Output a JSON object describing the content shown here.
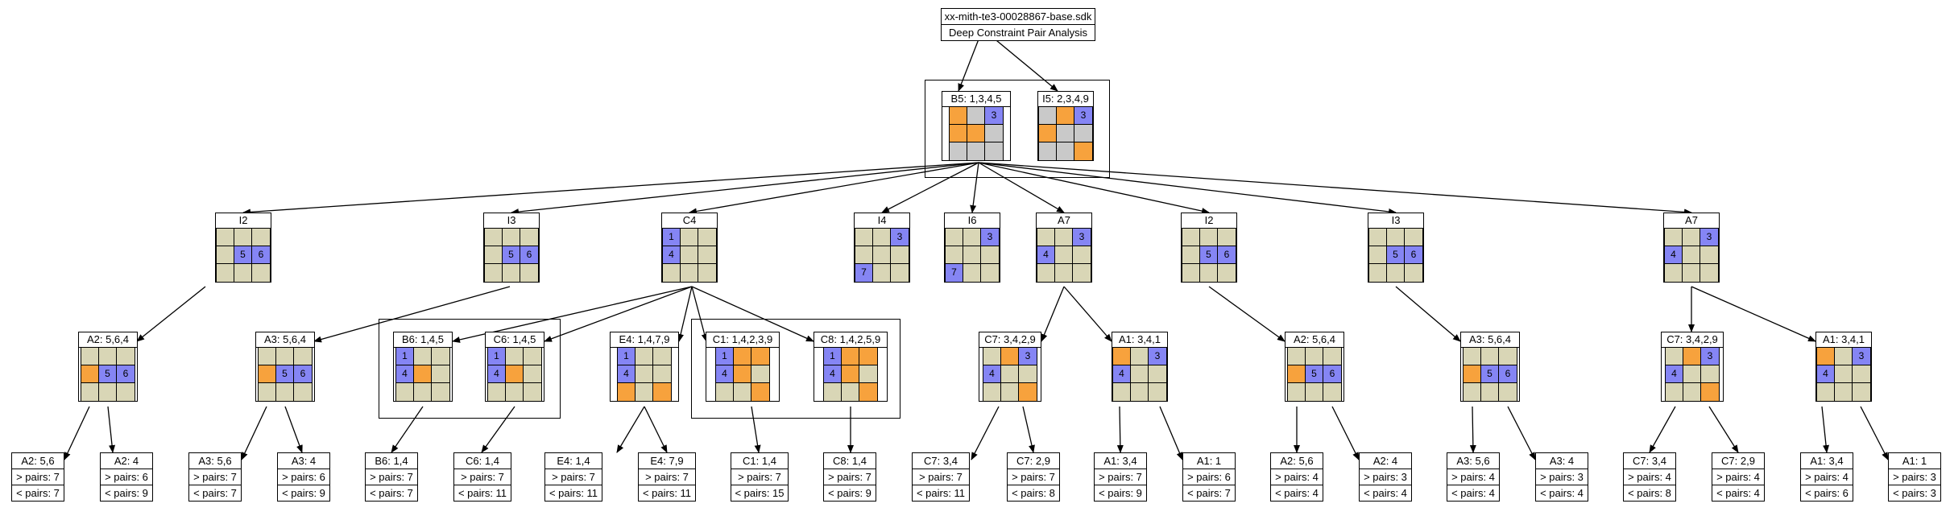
{
  "colors": {
    "empty": "#d9d6b6",
    "gray": "#c9c9c9",
    "orange": "#f7a23d",
    "blue": "#8585f4"
  },
  "root": {
    "file": "xx-mith-te3-00028867-base.sdk",
    "caption": "Deep Constraint Pair Analysis"
  },
  "nodes": {
    "b5": {
      "title": "B5: 1,3,4,5",
      "cells": [
        "o",
        "g",
        "b",
        "o",
        "o",
        "g",
        "g",
        "g",
        "g"
      ],
      "digits": [
        "",
        "",
        "3",
        "",
        "",
        "",
        "",
        "",
        ""
      ]
    },
    "i5": {
      "title": "I5: 2,3,4,9",
      "cells": [
        "g",
        "o",
        "b",
        "o",
        "g",
        "g",
        "g",
        "g",
        "o"
      ],
      "digits": [
        "",
        "",
        "3",
        "",
        "",
        "",
        "",
        "",
        ""
      ]
    },
    "n1": {
      "title": "I2",
      "cells": [
        "e",
        "e",
        "e",
        "e",
        "b",
        "b",
        "e",
        "e",
        "e"
      ],
      "digits": [
        "",
        "",
        "",
        "",
        "5",
        "6",
        "",
        "",
        ""
      ]
    },
    "n2": {
      "title": "I3",
      "cells": [
        "e",
        "e",
        "e",
        "e",
        "b",
        "b",
        "e",
        "e",
        "e"
      ],
      "digits": [
        "",
        "",
        "",
        "",
        "5",
        "6",
        "",
        "",
        ""
      ]
    },
    "n3": {
      "title": "C4",
      "cells": [
        "b",
        "e",
        "e",
        "b",
        "e",
        "e",
        "e",
        "e",
        "e"
      ],
      "digits": [
        "1",
        "",
        "",
        "4",
        "",
        "",
        "",
        "",
        ""
      ]
    },
    "n4": {
      "title": "I4",
      "cells": [
        "e",
        "e",
        "b",
        "e",
        "e",
        "e",
        "b",
        "e",
        "e"
      ],
      "digits": [
        "",
        "",
        "3",
        "",
        "",
        "",
        "7",
        "",
        ""
      ]
    },
    "n5": {
      "title": "I6",
      "cells": [
        "e",
        "e",
        "b",
        "e",
        "e",
        "e",
        "b",
        "e",
        "e"
      ],
      "digits": [
        "",
        "",
        "3",
        "",
        "",
        "",
        "7",
        "",
        ""
      ]
    },
    "n6": {
      "title": "A7",
      "cells": [
        "e",
        "e",
        "b",
        "b",
        "e",
        "e",
        "e",
        "e",
        "e"
      ],
      "digits": [
        "",
        "",
        "3",
        "4",
        "",
        "",
        "",
        "",
        ""
      ]
    },
    "n7": {
      "title": "I2",
      "cells": [
        "e",
        "e",
        "e",
        "e",
        "b",
        "b",
        "e",
        "e",
        "e"
      ],
      "digits": [
        "",
        "",
        "",
        "",
        "5",
        "6",
        "",
        "",
        ""
      ]
    },
    "n8": {
      "title": "I3",
      "cells": [
        "e",
        "e",
        "e",
        "e",
        "b",
        "b",
        "e",
        "e",
        "e"
      ],
      "digits": [
        "",
        "",
        "",
        "",
        "5",
        "6",
        "",
        "",
        ""
      ]
    },
    "n9": {
      "title": "A7",
      "cells": [
        "e",
        "e",
        "b",
        "b",
        "e",
        "e",
        "e",
        "e",
        "e"
      ],
      "digits": [
        "",
        "",
        "3",
        "4",
        "",
        "",
        "",
        "",
        ""
      ]
    },
    "m1": {
      "title": "A2: 5,6,4",
      "cells": [
        "e",
        "e",
        "e",
        "o",
        "b",
        "b",
        "e",
        "e",
        "e"
      ],
      "digits": [
        "",
        "",
        "",
        "",
        "5",
        "6",
        "",
        "",
        ""
      ]
    },
    "m2": {
      "title": "A3: 5,6,4",
      "cells": [
        "e",
        "e",
        "e",
        "o",
        "b",
        "b",
        "e",
        "e",
        "e"
      ],
      "digits": [
        "",
        "",
        "",
        "",
        "5",
        "6",
        "",
        "",
        ""
      ]
    },
    "m3": {
      "title": "B6: 1,4,5",
      "cells": [
        "b",
        "e",
        "e",
        "b",
        "o",
        "e",
        "e",
        "e",
        "e"
      ],
      "digits": [
        "1",
        "",
        "",
        "4",
        "",
        "",
        "",
        "",
        ""
      ]
    },
    "m4": {
      "title": "C6: 1,4,5",
      "cells": [
        "b",
        "e",
        "e",
        "b",
        "o",
        "e",
        "e",
        "e",
        "e"
      ],
      "digits": [
        "1",
        "",
        "",
        "4",
        "",
        "",
        "",
        "",
        ""
      ]
    },
    "m5": {
      "title": "E4: 1,4,7,9",
      "cells": [
        "b",
        "e",
        "e",
        "b",
        "e",
        "e",
        "o",
        "e",
        "o"
      ],
      "digits": [
        "1",
        "",
        "",
        "4",
        "",
        "",
        "",
        "",
        ""
      ]
    },
    "m6": {
      "title": "C1: 1,4,2,3,9",
      "cells": [
        "b",
        "o",
        "o",
        "b",
        "o",
        "e",
        "e",
        "e",
        "o"
      ],
      "digits": [
        "1",
        "",
        "",
        "4",
        "",
        "",
        "",
        "",
        ""
      ]
    },
    "m7": {
      "title": "C8: 1,4,2,5,9",
      "cells": [
        "b",
        "o",
        "o",
        "b",
        "o",
        "e",
        "e",
        "e",
        "o"
      ],
      "digits": [
        "1",
        "",
        "",
        "4",
        "",
        "",
        "",
        "",
        ""
      ]
    },
    "m8": {
      "title": "C7: 3,4,2,9",
      "cells": [
        "e",
        "o",
        "b",
        "b",
        "e",
        "e",
        "e",
        "e",
        "o"
      ],
      "digits": [
        "",
        "",
        "3",
        "4",
        "",
        "",
        "",
        "",
        ""
      ]
    },
    "m9": {
      "title": "A1: 3,4,1",
      "cells": [
        "o",
        "e",
        "b",
        "b",
        "e",
        "e",
        "e",
        "e",
        "e"
      ],
      "digits": [
        "",
        "",
        "3",
        "4",
        "",
        "",
        "",
        "",
        ""
      ]
    },
    "m10": {
      "title": "A2: 5,6,4",
      "cells": [
        "e",
        "e",
        "e",
        "o",
        "b",
        "b",
        "e",
        "e",
        "e"
      ],
      "digits": [
        "",
        "",
        "",
        "",
        "5",
        "6",
        "",
        "",
        ""
      ]
    },
    "m11": {
      "title": "A3: 5,6,4",
      "cells": [
        "e",
        "e",
        "e",
        "o",
        "b",
        "b",
        "e",
        "e",
        "e"
      ],
      "digits": [
        "",
        "",
        "",
        "",
        "5",
        "6",
        "",
        "",
        ""
      ]
    },
    "m12": {
      "title": "C7: 3,4,2,9",
      "cells": [
        "e",
        "o",
        "b",
        "b",
        "e",
        "e",
        "e",
        "e",
        "o"
      ],
      "digits": [
        "",
        "",
        "3",
        "4",
        "",
        "",
        "",
        "",
        ""
      ]
    },
    "m13": {
      "title": "A1: 3,4,1",
      "cells": [
        "o",
        "e",
        "b",
        "b",
        "e",
        "e",
        "e",
        "e",
        "e"
      ],
      "digits": [
        "",
        "",
        "3",
        "4",
        "",
        "",
        "",
        "",
        ""
      ]
    }
  },
  "leaves": {
    "l1": {
      "title": "A2: 5,6",
      "gt": "> pairs: 7",
      "lt": "< pairs: 7"
    },
    "l2": {
      "title": "A2: 4",
      "gt": "> pairs: 6",
      "lt": "< pairs: 9"
    },
    "l3": {
      "title": "A3: 5,6",
      "gt": "> pairs: 7",
      "lt": "< pairs: 7"
    },
    "l4": {
      "title": "A3: 4",
      "gt": "> pairs: 6",
      "lt": "< pairs: 9"
    },
    "l5": {
      "title": "B6: 1,4",
      "gt": "> pairs: 7",
      "lt": "< pairs: 7"
    },
    "l6": {
      "title": "C6: 1,4",
      "gt": "> pairs: 7",
      "lt": "< pairs: 11"
    },
    "l7": {
      "title": "E4: 1,4",
      "gt": "> pairs: 7",
      "lt": "< pairs: 11"
    },
    "l8": {
      "title": "E4: 7,9",
      "gt": "> pairs: 7",
      "lt": "< pairs: 11"
    },
    "l9": {
      "title": "C1: 1,4",
      "gt": "> pairs: 7",
      "lt": "< pairs: 15"
    },
    "l10": {
      "title": "C8: 1,4",
      "gt": "> pairs: 7",
      "lt": "< pairs: 9"
    },
    "l11": {
      "title": "C7: 3,4",
      "gt": "> pairs: 7",
      "lt": "< pairs: 11"
    },
    "l12": {
      "title": "C7: 2,9",
      "gt": "> pairs: 7",
      "lt": "< pairs: 8"
    },
    "l13": {
      "title": "A1: 3,4",
      "gt": "> pairs: 7",
      "lt": "< pairs: 9"
    },
    "l14": {
      "title": "A1: 1",
      "gt": "> pairs: 6",
      "lt": "< pairs: 7"
    },
    "l15": {
      "title": "A2: 5,6",
      "gt": "> pairs: 4",
      "lt": "< pairs: 4"
    },
    "l16": {
      "title": "A2: 4",
      "gt": "> pairs: 3",
      "lt": "< pairs: 4"
    },
    "l17": {
      "title": "A3: 5,6",
      "gt": "> pairs: 4",
      "lt": "< pairs: 4"
    },
    "l18": {
      "title": "A3: 4",
      "gt": "> pairs: 3",
      "lt": "< pairs: 4"
    },
    "l19": {
      "title": "C7: 3,4",
      "gt": "> pairs: 4",
      "lt": "< pairs: 8"
    },
    "l20": {
      "title": "C7: 2,9",
      "gt": "> pairs: 4",
      "lt": "< pairs: 4"
    },
    "l21": {
      "title": "A1: 3,4",
      "gt": "> pairs: 4",
      "lt": "< pairs: 6"
    },
    "l22": {
      "title": "A1: 1",
      "gt": "> pairs: 3",
      "lt": "< pairs: 3"
    }
  }
}
